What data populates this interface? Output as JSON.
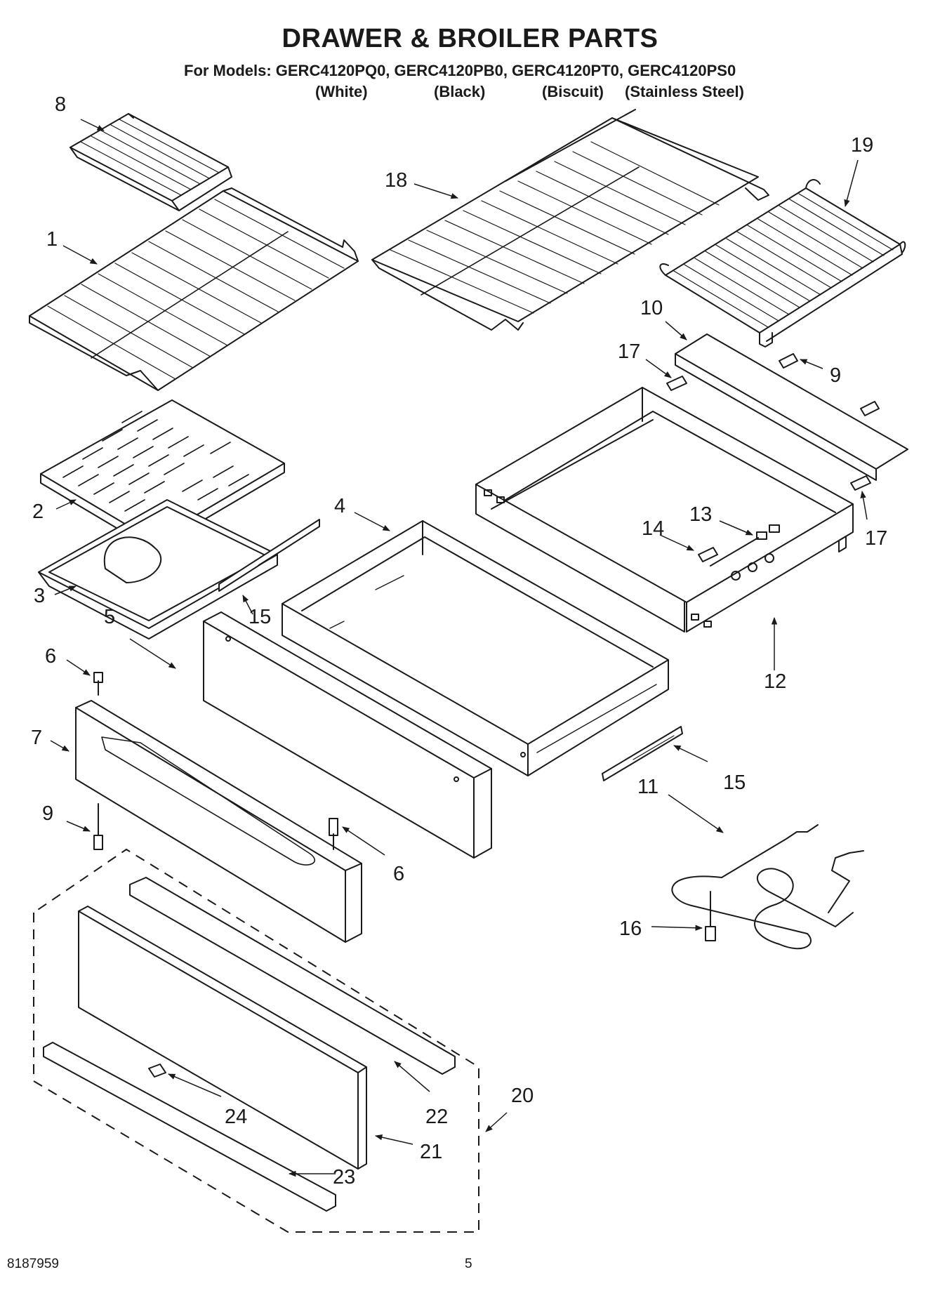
{
  "header": {
    "title": "DRAWER & BROILER PARTS",
    "models": "For Models: GERC4120PQ0, GERC4120PB0, GERC4120PT0, GERC4120PS0",
    "finishes": [
      "(White)",
      "(Black)",
      "(Biscuit)",
      "(Stainless Steel)"
    ]
  },
  "callouts": [
    "8",
    "1",
    "18",
    "19",
    "10",
    "17",
    "9",
    "2",
    "4",
    "13",
    "14",
    "17",
    "3",
    "15",
    "5",
    "6",
    "12",
    "7",
    "15",
    "11",
    "9",
    "6",
    "16",
    "20",
    "24",
    "22",
    "21",
    "23"
  ],
  "footer": {
    "part_number": "8187959",
    "page": "5"
  }
}
